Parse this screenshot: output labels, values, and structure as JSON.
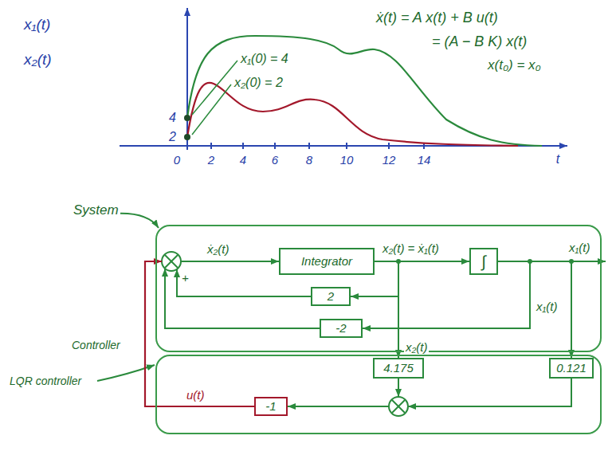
{
  "diagram": {
    "nodes": [
      {
        "text": [
          "System"
        ]
      },
      {
        "text": [
          "Integrator"
        ],
        "in": 0
      },
      {
        "text": [
          "∫"
        ],
        "in": 0
      },
      {
        "text": [
          "2"
        ],
        "in": 0
      },
      {
        "text": [
          "-2"
        ],
        "in": 0
      },
      {
        "text": [
          "Controller",
          "LQR controller"
        ]
      },
      {
        "text": [
          "4.175"
        ],
        "in": 5
      },
      {
        "text": [
          "0.121"
        ],
        "in": 5
      },
      {
        "text": [
          "-1"
        ],
        "in": 5
      }
    ],
    "edges": [
      {
        "from": 1,
        "to": 2,
        "arrow": "to",
        "label": "x₂(t) = ẋ₁(t)"
      },
      {
        "from": 1,
        "to": 3,
        "arrow": "to"
      },
      {
        "from": 1,
        "to": 6,
        "arrow": "to",
        "label": "x₂(t)"
      },
      {
        "from": 2,
        "to": 4,
        "arrow": "to"
      },
      {
        "from": 2,
        "to": 7,
        "arrow": "to",
        "label": "x₁(t)"
      }
    ],
    "labels": [
      "x₁(t)",
      "x₂(t)",
      "4",
      "2",
      "x₁(0) = 4",
      "x₂(0) = 2",
      "ẋ(t) = A x(t) + B u(t)",
      "= (A − B K) x(t)",
      "x(t₀) = x₀",
      "0",
      "2",
      "4",
      "6",
      "8",
      "10",
      "12",
      "14",
      "t",
      "ẋ₂(t)",
      "+",
      "x₁(t)",
      "u(t)"
    ]
  }
}
